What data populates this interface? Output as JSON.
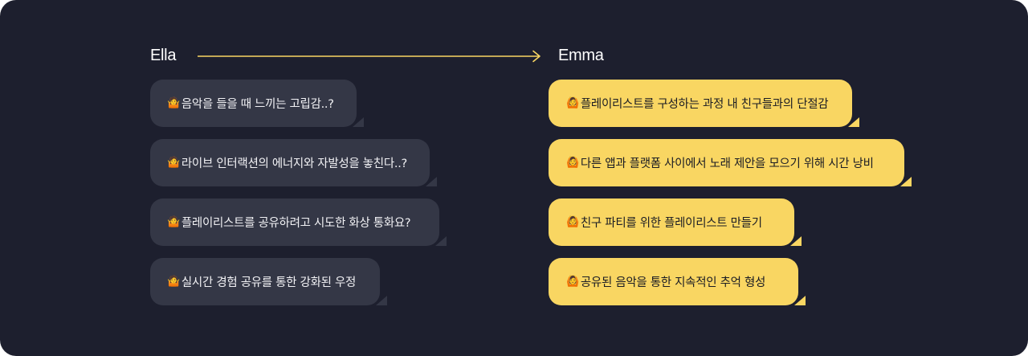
{
  "left": {
    "name": "Ella",
    "bubbles": [
      {
        "emoji": "🤷",
        "text": "음악을 들을 때 느끼는 고립감..?"
      },
      {
        "emoji": "🤷",
        "text": "라이브 인터랙션의 에너지와 자발성을 놓친다..?"
      },
      {
        "emoji": "🤷",
        "text": "플레이리스트를 공유하려고 시도한 화상 통화요?"
      },
      {
        "emoji": "🤷",
        "text": "실시간 경험 공유를 통한 강화된 우정"
      }
    ]
  },
  "right": {
    "name": "Emma",
    "bubbles": [
      {
        "emoji": "🙆",
        "text": "플레이리스트를 구성하는 과정 내 친구들과의 단절감"
      },
      {
        "emoji": "🙆",
        "text": "다른 앱과 플랫폼 사이에서 노래 제안을 모으기 위해 시간 낭비"
      },
      {
        "emoji": "🙆",
        "text": "친구 파티를 위한 플레이리스트 만들기"
      },
      {
        "emoji": "🙆",
        "text": "공유된 음악을 통한 지속적인 추억 형성"
      }
    ]
  },
  "colors": {
    "background": "#1d1f2e",
    "left_bubble": "#343746",
    "right_bubble": "#f9d662",
    "arrow": "#f9d662"
  }
}
